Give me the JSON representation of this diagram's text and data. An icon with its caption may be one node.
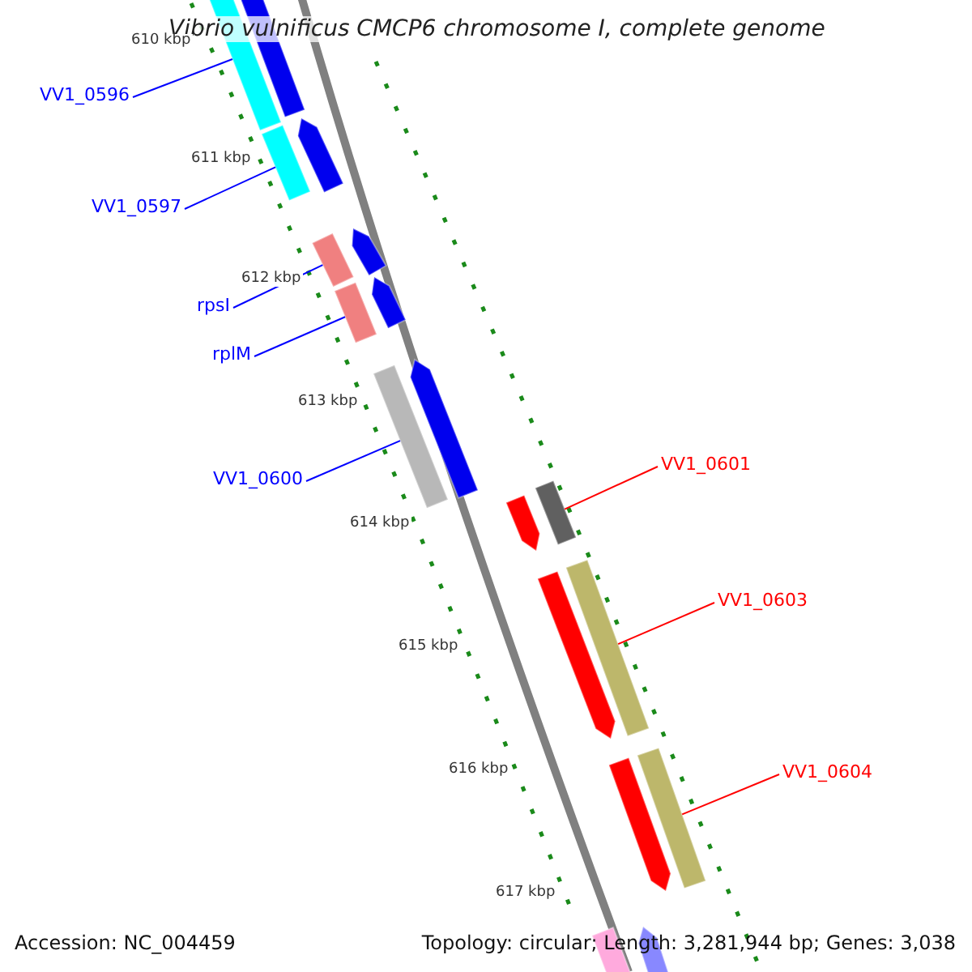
{
  "diagram": {
    "title": "Vibrio vulnificus CMCP6 chromosome I, complete genome",
    "nodes": [
      {
        "text": [
          "VV1_0596"
        ]
      },
      {
        "text": [],
        "shape": "bar"
      },
      {
        "text": [
          "VV1_0597"
        ]
      },
      {
        "text": [],
        "shape": "bar"
      },
      {
        "text": [
          "rpsI"
        ]
      },
      {
        "text": [],
        "shape": "bar"
      },
      {
        "text": [
          "rplM"
        ]
      },
      {
        "text": [],
        "shape": "bar"
      },
      {
        "text": [
          "VV1_0600"
        ]
      },
      {
        "text": [],
        "shape": "bar"
      },
      {
        "text": [
          "VV1_0601"
        ]
      },
      {
        "text": [],
        "shape": "bar"
      },
      {
        "text": [
          "VV1_0603"
        ]
      },
      {
        "text": [],
        "shape": "bar"
      },
      {
        "text": [
          "VV1_0604"
        ]
      },
      {
        "text": [],
        "shape": "bar"
      },
      {
        "text": [],
        "shape": "bar"
      },
      {
        "text": [],
        "shape": "bar"
      },
      {
        "text": [],
        "shape": "bar"
      },
      {
        "text": [],
        "shape": "bar"
      },
      {
        "text": [],
        "shape": "bar"
      },
      {
        "text": [],
        "shape": "bar"
      },
      {
        "text": [],
        "shape": "bar"
      },
      {
        "text": [],
        "shape": "bar"
      },
      {
        "text": [],
        "shape": "bar"
      },
      {
        "text": [],
        "shape": "bar"
      }
    ],
    "edges": [
      {
        "from": 0,
        "to": 1,
        "arrow": "none",
        "color": "#0000ff"
      },
      {
        "from": 2,
        "to": 3,
        "arrow": "none",
        "color": "#0000ff"
      },
      {
        "from": 4,
        "to": 5,
        "arrow": "none",
        "color": "#0000ff"
      },
      {
        "from": 6,
        "to": 7,
        "arrow": "none",
        "color": "#0000ff"
      },
      {
        "from": 8,
        "to": 9,
        "arrow": "none",
        "color": "#0000ff"
      },
      {
        "from": 10,
        "to": 11,
        "arrow": "none",
        "color": "#ff0000"
      },
      {
        "from": 12,
        "to": 13,
        "arrow": "none",
        "color": "#ff0000"
      },
      {
        "from": 14,
        "to": 15,
        "arrow": "none",
        "color": "#ff0000"
      }
    ],
    "labels": [
      "610 kbp",
      "611 kbp",
      "612 kbp",
      "613 kbp",
      "614 kbp",
      "615 kbp",
      "616 kbp",
      "617 kbp",
      "Accession: NC_004459",
      "Topology: circular; Length: 3,281,944 bp; Genes: 3,038"
    ]
  }
}
